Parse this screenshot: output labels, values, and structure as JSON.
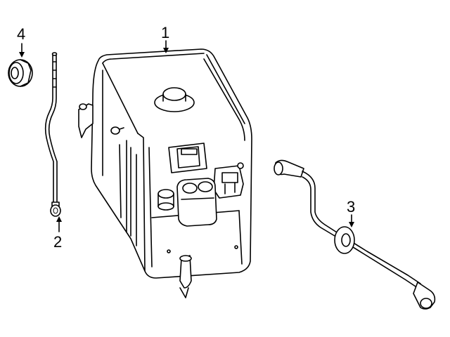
{
  "diagram": {
    "callouts": [
      {
        "id": "1",
        "label": "1"
      },
      {
        "id": "2",
        "label": "2"
      },
      {
        "id": "3",
        "label": "3"
      },
      {
        "id": "4",
        "label": "4"
      }
    ],
    "parts": [
      {
        "callout": "1",
        "icon": "reservoir-tank-icon"
      },
      {
        "callout": "2",
        "icon": "dipstick-rod-icon"
      },
      {
        "callout": "3",
        "icon": "hose-with-grommet-icon"
      },
      {
        "callout": "4",
        "icon": "cap-nut-icon"
      }
    ]
  }
}
